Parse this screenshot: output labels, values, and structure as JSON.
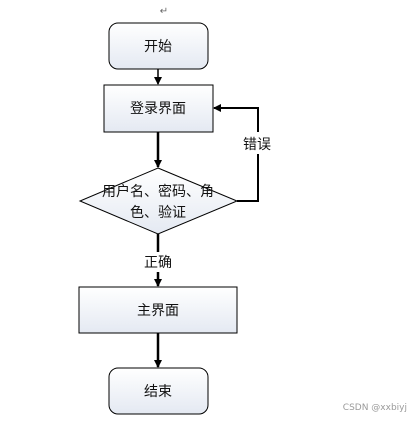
{
  "diagram": {
    "return_mark": "↵",
    "nodes": {
      "start": "开始",
      "login": "登录界面",
      "check_line1": "用户名、密码、角",
      "check_line2": "色、验证",
      "main": "主界面",
      "end": "结束"
    },
    "edges": {
      "wrong": "错误",
      "right": "正确"
    }
  },
  "watermark": "CSDN @xxbiyj",
  "colors": {
    "box_fill_top": "#ffffff",
    "box_fill_bottom": "#e4e9f2",
    "stroke": "#000000",
    "text": "#111111"
  }
}
